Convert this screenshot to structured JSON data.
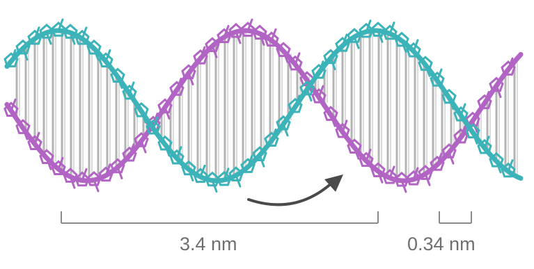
{
  "figure": {
    "subject": "dna-double-helix",
    "pitch_label": "3.4 nm",
    "rise_label": "0.34 nm"
  },
  "colors": {
    "strand_a": "#3bb3b8",
    "strand_b": "#b264c4",
    "bases": "#9a9a9a",
    "bracket": "#8a8a8a",
    "arrow": "#4a4a4a",
    "label_text": "#6f6f6f"
  },
  "icons": {
    "rotation_arrow": "curved-arrow-icon"
  }
}
